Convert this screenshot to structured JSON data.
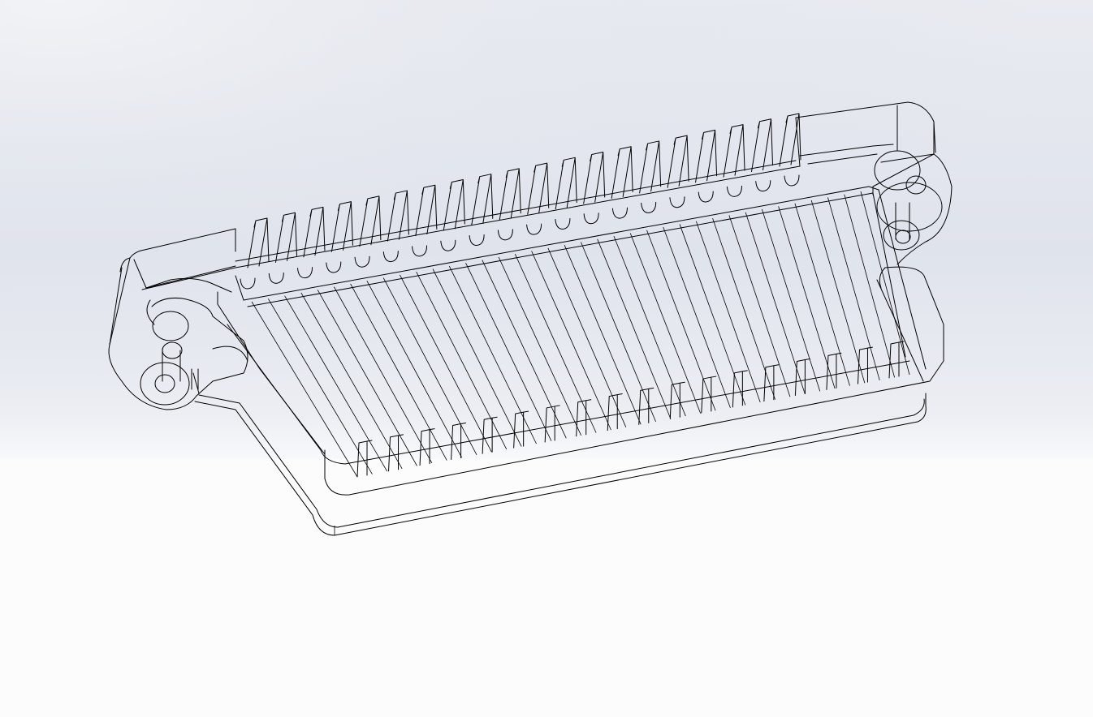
{
  "view": {
    "mode": "wireframe",
    "background_top": "#dde1ea",
    "background_mid": "#eef0f5",
    "background_bottom": "#fbfcfd",
    "edge_color": "#000000"
  },
  "model": {
    "fin_count_top": 20,
    "fin_count_bottom": 18,
    "groove_count": 38
  }
}
